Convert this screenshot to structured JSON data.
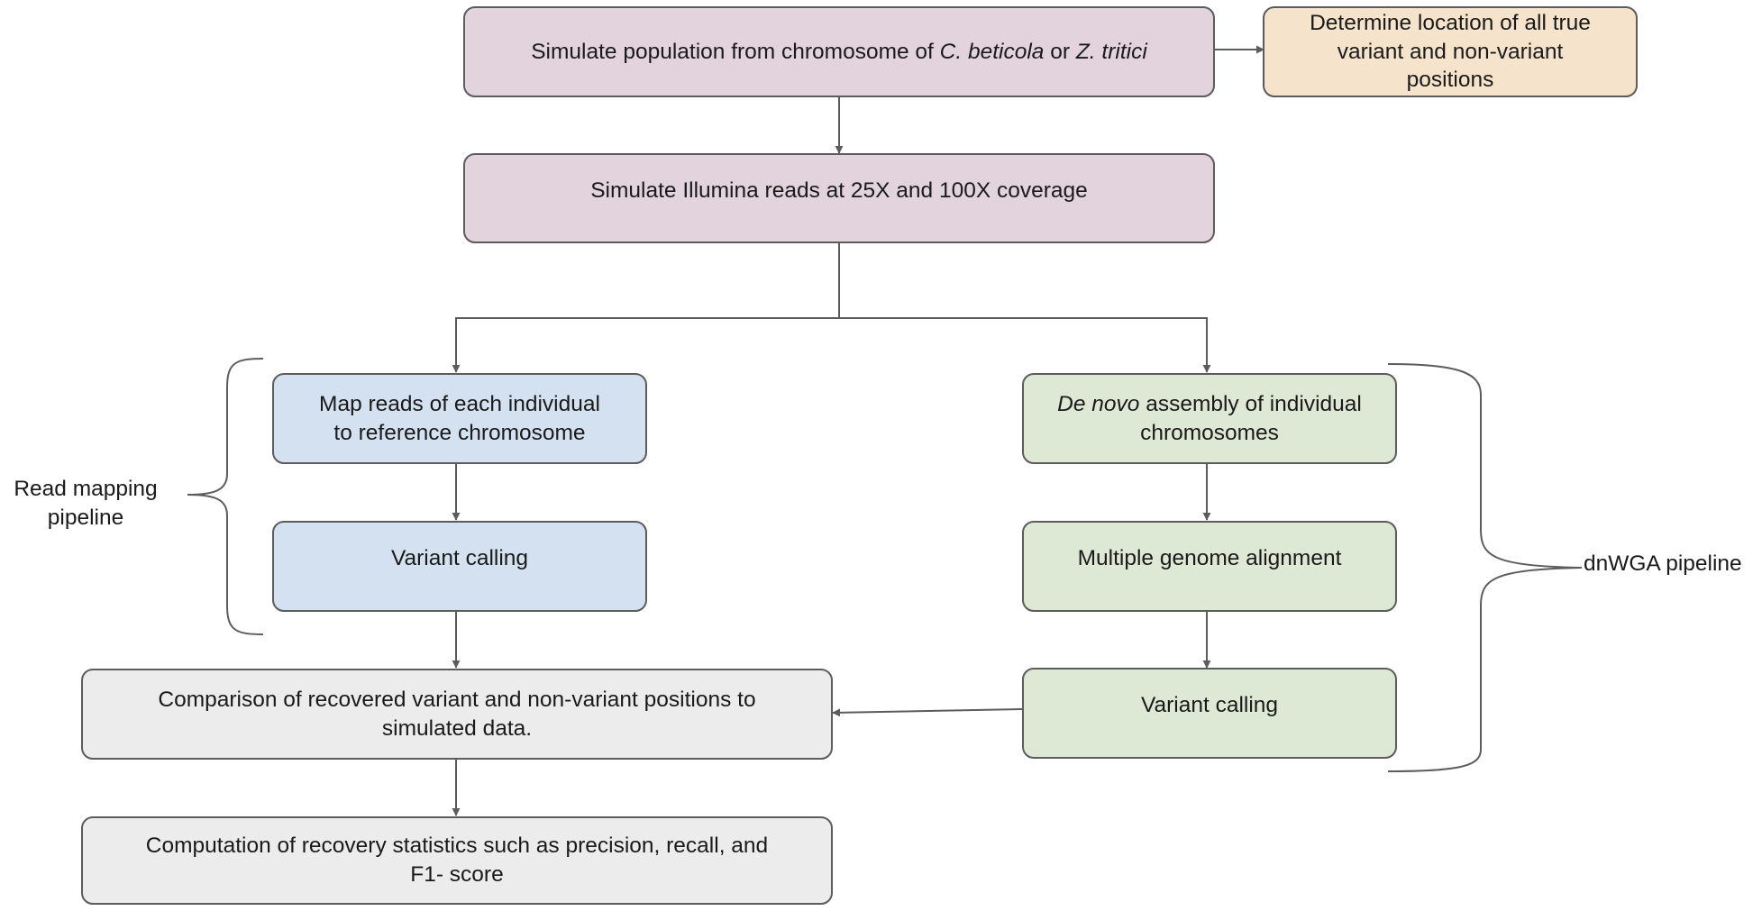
{
  "boxes": {
    "simulate_population": {
      "prefix": "Simulate population from chromosome of ",
      "species1": "C. beticola",
      "joiner": " or ",
      "species2": "Z. tritici"
    },
    "true_positions": {
      "line1": "Determine location of all true",
      "line2": "variant and non-variant",
      "line3": "positions"
    },
    "simulate_reads": "Simulate Illumina reads at 25X and 100X coverage",
    "map_reads": {
      "line1": "Map reads of each individual",
      "line2": "to reference chromosome"
    },
    "variant_calling_left": "Variant calling",
    "de_novo": {
      "italic": "De novo",
      "rest": " assembly of individual",
      "line2": "chromosomes"
    },
    "multiple_alignment": "Multiple genome alignment",
    "variant_calling_right": "Variant calling",
    "comparison": {
      "line1": "Comparison of recovered variant and non-variant positions to",
      "line2": "simulated data."
    },
    "statistics": {
      "line1": "Computation of recovery statistics such as precision, recall, and",
      "line2": "F1- score"
    }
  },
  "labels": {
    "read_mapping": {
      "line1": "Read mapping",
      "line2": "pipeline"
    },
    "dnwga": "dnWGA pipeline"
  },
  "colors": {
    "simulation": "#e3d3dc",
    "truth": "#f6e3cb",
    "read_mapping": "#d4e1f1",
    "dnwga": "#dee9d5",
    "evaluation": "#ececec",
    "line": "#5c5c5c"
  }
}
